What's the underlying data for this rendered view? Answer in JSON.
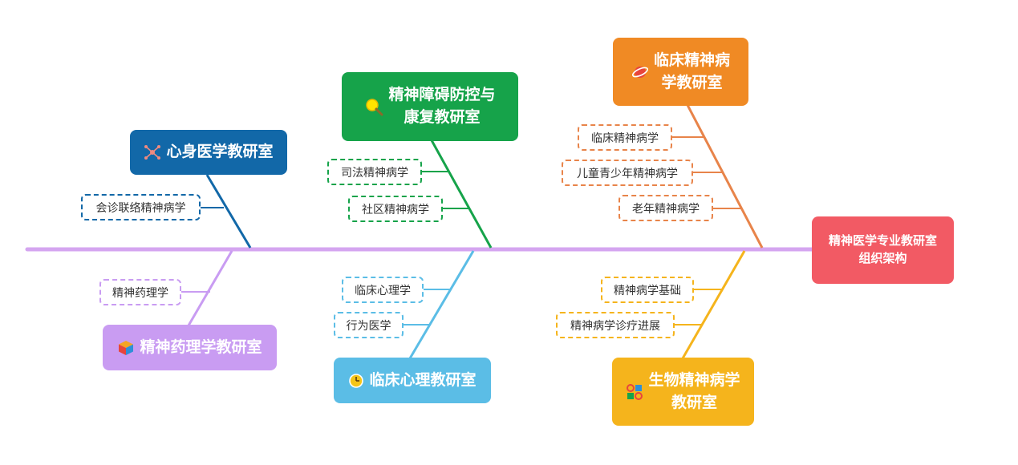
{
  "root": {
    "label": "精神医学专业教研室\n组织架构",
    "color": "#f25a64"
  },
  "spine_color": "#d4a5f0",
  "branches": [
    {
      "id": "psychosomatic",
      "label": "心身医学教研室",
      "icon": "network-icon",
      "color": "#1268a8",
      "children": [
        "会诊联络精神病学"
      ]
    },
    {
      "id": "rehab",
      "label": "精神障碍防控与\n康复教研室",
      "icon": "magnifier-icon",
      "color": "#16a34a",
      "children": [
        "司法精神病学",
        "社区精神病学"
      ]
    },
    {
      "id": "clinical-psychiatry",
      "label": "临床精神病\n学教研室",
      "icon": "planet-icon",
      "color": "#f08a24",
      "children": [
        "临床精神病学",
        "儿童青少年精神病学",
        "老年精神病学"
      ]
    },
    {
      "id": "pharmacology",
      "label": "精神药理学教研室",
      "icon": "cube-icon",
      "color": "#c99cf2",
      "children": [
        "精神药理学"
      ]
    },
    {
      "id": "clinical-psychology",
      "label": "临床心理教研室",
      "icon": "clock-icon",
      "color": "#5bbde6",
      "children": [
        "临床心理学",
        "行为医学"
      ]
    },
    {
      "id": "biological",
      "label": "生物精神病学\n教研室",
      "icon": "grid-icon",
      "color": "#f5b41c",
      "children": [
        "精神病学基础",
        "精神病学诊疗进展"
      ]
    }
  ]
}
